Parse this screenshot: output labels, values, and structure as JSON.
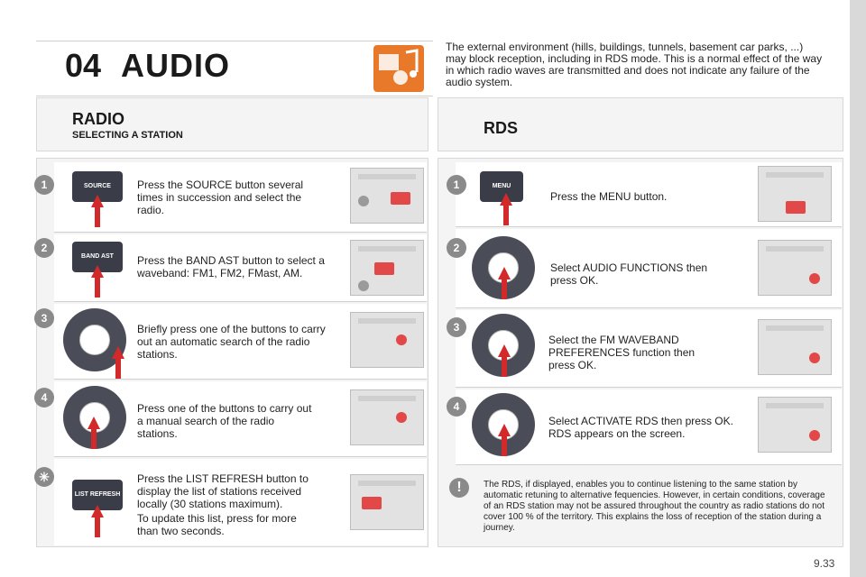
{
  "header": {
    "chapter_number": "04",
    "chapter_title": "AUDIO"
  },
  "intro": "The external environment (hills, buildings, tunnels, basement car parks, ...) may block reception, including in RDS mode. This is a normal effect of the way in which radio waves are transmitted and does not indicate any failure of the audio system.",
  "left": {
    "title": "RADIO",
    "subtitle": "SELECTING A STATION",
    "steps": [
      {
        "badge": "1",
        "button": "SOURCE",
        "text": "Press the SOURCE button several times in succession and select the radio."
      },
      {
        "badge": "2",
        "button": "BAND AST",
        "text": "Press the BAND AST button to select a waveband: FM1, FM2, FMast, AM."
      },
      {
        "badge": "3",
        "text": "Briefly press one of the buttons to carry out an automatic search of the radio stations."
      },
      {
        "badge": "4",
        "text": "Press one of the buttons to carry out a manual search of the radio stations."
      },
      {
        "badge": "",
        "button": "LIST REFRESH",
        "text": "Press the LIST REFRESH button to display the list of stations received locally (30 stations maximum).",
        "text2": "To update this list, press for more than two seconds."
      }
    ]
  },
  "right": {
    "title": "RDS",
    "steps": [
      {
        "badge": "1",
        "button": "MENU",
        "text": "Press the MENU button."
      },
      {
        "badge": "2",
        "text": "Select AUDIO FUNCTIONS then press OK."
      },
      {
        "badge": "3",
        "text": "Select the FM WAVEBAND PREFERENCES function then press OK."
      },
      {
        "badge": "4",
        "text": "Select ACTIVATE RDS then press OK. RDS appears on the screen."
      }
    ],
    "note_mark": "!",
    "note": "The RDS, if displayed, enables you to continue listening to the same station by automatic retuning to alternative fequencies. However, in certain conditions, coverage of an RDS station may not be assured throughout the country as radio stations do not cover 100 % of the territory. This explains the loss of reception of the station during a journey."
  },
  "footer": {
    "page_number": "9.33"
  },
  "colors": {
    "accent": "#e8792b",
    "arrow": "#d22a2a",
    "badge": "#8a8a8a"
  },
  "icons": {
    "header": "music-note-icon",
    "tip": "light-bulb-icon",
    "warning": "exclamation-icon"
  }
}
